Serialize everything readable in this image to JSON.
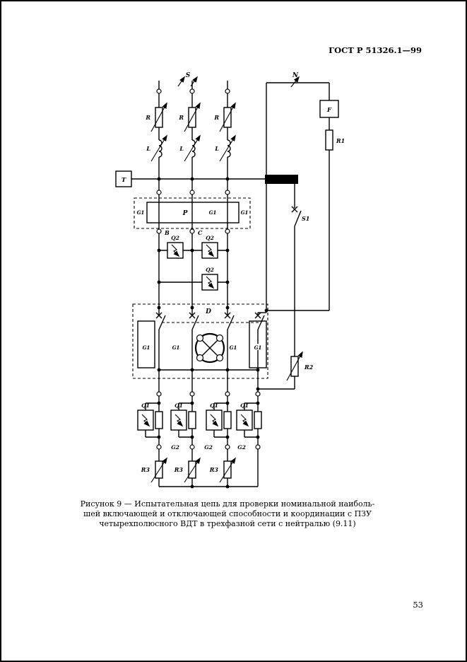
{
  "page": {
    "header": "ГОСТ Р 51326.1—99",
    "page_number": "53"
  },
  "caption": {
    "line1": "Рисунок 9 — Испытательная цепь для проверки номинальной наиболь-",
    "line2": "шей включающей и отключающей способности и координации с ПЗУ",
    "line3": "четырехполюсного ВДТ в трехфазной сети с нейтралью (9.11)"
  },
  "labels": {
    "supply": "S",
    "neutral": "N",
    "frequency": "F",
    "r1": "R1",
    "r": "R",
    "l": "L",
    "t": "T",
    "p": "P",
    "g1": "G1",
    "b": "B",
    "c": "C",
    "q2": "Q2",
    "d": "D",
    "s1": "S1",
    "r2": "R2",
    "q1": "Q1",
    "g2": "G2",
    "r3": "R3"
  }
}
